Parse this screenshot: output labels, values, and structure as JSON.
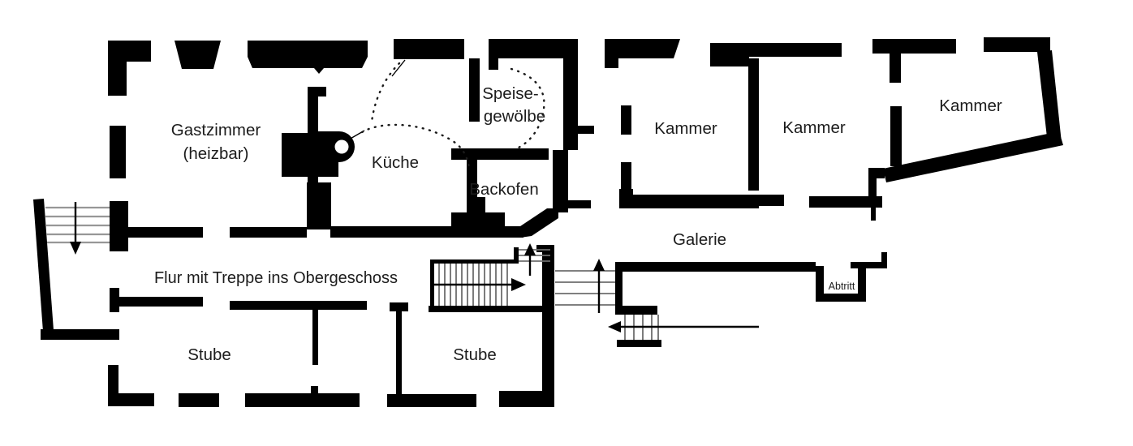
{
  "figure": {
    "kind": "historic building floor plan",
    "background_color": "#ffffff",
    "wall_color": "#000000",
    "stair_tread_color": "#6e6e6e"
  },
  "labels": [
    {
      "id": "gastzimmer-line1",
      "text": "Gastzimmer"
    },
    {
      "id": "gastzimmer-line2",
      "text": "(heizbar)"
    },
    {
      "id": "kueche",
      "text": "Küche"
    },
    {
      "id": "speisegewoelbe-line1",
      "text": "Speise-"
    },
    {
      "id": "speisegewoelbe-line2",
      "text": "gewölbe"
    },
    {
      "id": "backofen",
      "text": "Backofen"
    },
    {
      "id": "kammer-1",
      "text": "Kammer"
    },
    {
      "id": "kammer-2",
      "text": "Kammer"
    },
    {
      "id": "kammer-3",
      "text": "Kammer"
    },
    {
      "id": "galerie",
      "text": "Galerie"
    },
    {
      "id": "flur",
      "text": "Flur mit Treppe ins Obergeschoss"
    },
    {
      "id": "stube-1",
      "text": "Stube"
    },
    {
      "id": "stube-2",
      "text": "Stube"
    },
    {
      "id": "abtritt",
      "text": "Abtritt"
    }
  ],
  "stairs": [
    {
      "id": "entry-stair",
      "arrow_direction": "down"
    },
    {
      "id": "main-stair",
      "arrow_direction": "right"
    },
    {
      "id": "landing-stair",
      "arrow_direction": "up"
    },
    {
      "id": "gallery-stair",
      "arrow_direction": "up"
    },
    {
      "id": "rear-stair",
      "arrow_direction": "left"
    }
  ]
}
